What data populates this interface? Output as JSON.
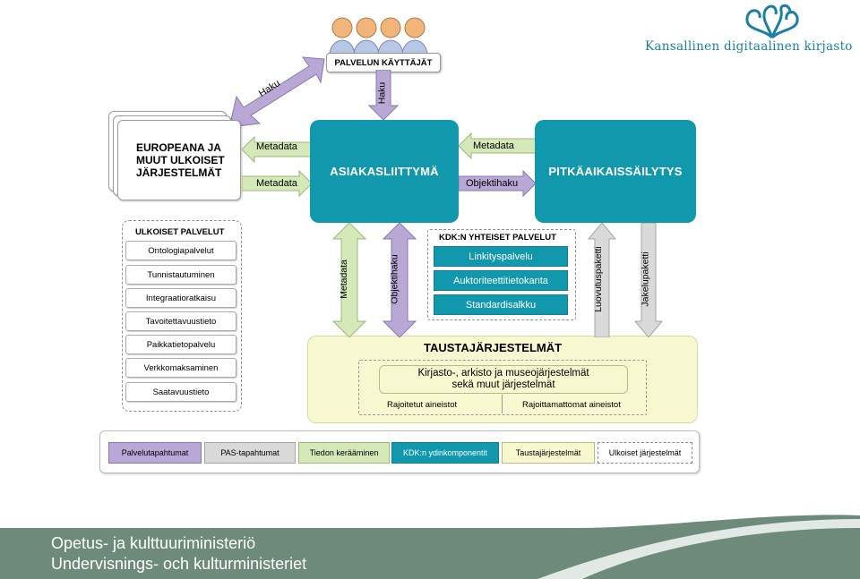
{
  "logo": {
    "text": "Kansallinen digitaalinen kirjasto",
    "icon": "wave-logo-icon",
    "color": "#1a7fa3"
  },
  "users": {
    "label": "PALVELUN KÄYTTÄJÄT",
    "icon": "person-icon"
  },
  "arrows": {
    "haku_left": "Haku",
    "haku_down": "Haku",
    "metadata_top_left": "Metadata",
    "metadata_bottom_left": "Metadata",
    "metadata_top_right": "Metadata",
    "objektihaku_right": "Objektihaku",
    "metadata_vertical": "Metadata",
    "objektihaku_vertical": "Objektihaku",
    "luovutuspaketti": "Luovutuspaketti",
    "jakelupaketti": "Jakelupaketti"
  },
  "europeana": {
    "line1": "EUROPEANA JA",
    "line2": "MUUT ULKOISET",
    "line3": "JÄRJESTELMÄT"
  },
  "asiakasliittyma": "ASIAKASLIITTYMÄ",
  "pitkaaikaissailytys": "PITKÄAIKAISSÄILYTYS",
  "ulkoiset_palvelut": {
    "title": "ULKOISET PALVELUT",
    "items": [
      "Ontologiapalvelut",
      "Tunnistautuminen",
      "Integraatioratkaisu",
      "Tavoitettavuustieto",
      "Paikkatietopalvelu",
      "Verkkomaksaminen",
      "Saatavuustieto"
    ]
  },
  "kdk_palvelut": {
    "title": "KDK:N YHTEISET PALVELUT",
    "items": [
      "Linkityspalvelu",
      "Auktoriteettitietokanta",
      "Standardisalkku"
    ]
  },
  "taustajarjestelmat": {
    "title": "TAUSTAJÄRJESTELMÄT",
    "inner_line1": "Kirjasto-, arkisto ja museojärjestelmät",
    "inner_line2": "sekä muut järjestelmät",
    "restricted": "Rajoitetut aineistot",
    "unrestricted": "Rajoittamattomat aineistot"
  },
  "legend": [
    "Palvelutapahtumat",
    "PAS-tapahtumat",
    "Tiedon kerääminen",
    "KDK:n ydinkomponentit",
    "Taustajärjestelmät",
    "Ulkoiset järjestelmät"
  ],
  "footer": {
    "line1": "Opetus- ja kulttuuriministeriö",
    "line2": "Undervisnings- och kulturministeriet"
  },
  "colors": {
    "teal": "#1298ad",
    "green_arrow": "#d4e8b8",
    "purple_arrow": "#b9a8d6",
    "yellow": "#f7f8cf",
    "footer": "#6d8a7a"
  }
}
